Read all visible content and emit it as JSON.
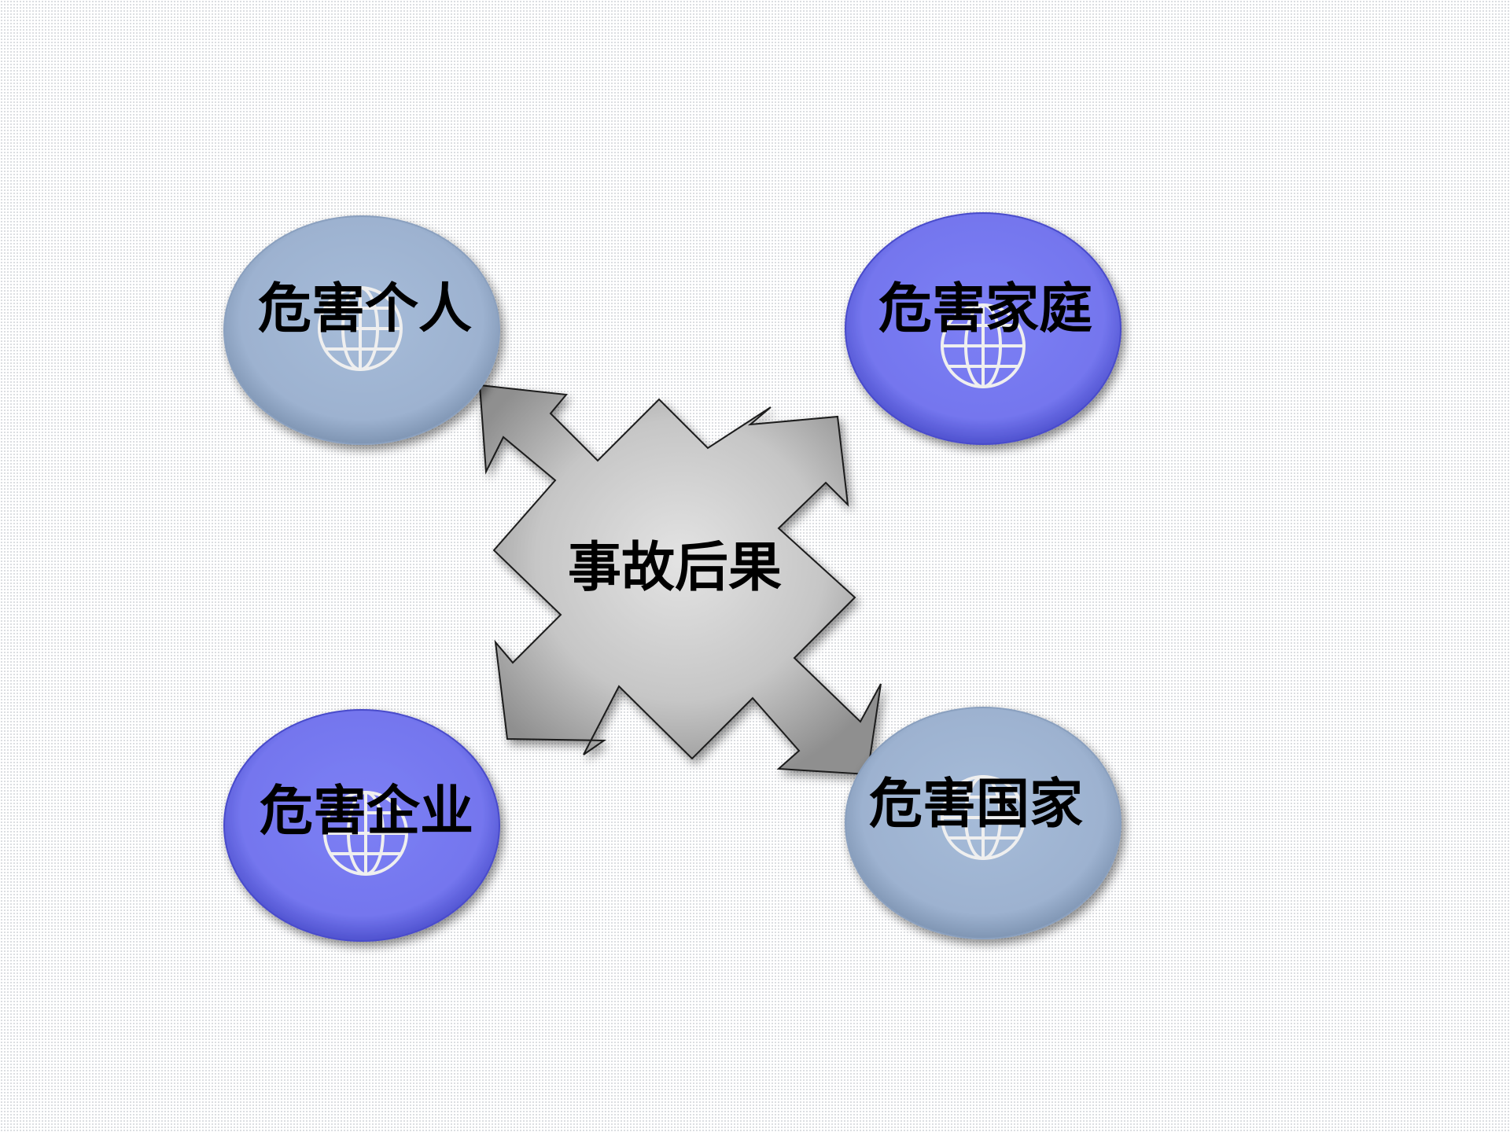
{
  "center": {
    "label": "事故后果"
  },
  "nodes": [
    {
      "label": "危害个人",
      "color": "#9fb4d2",
      "icon": "globe-icon"
    },
    {
      "label": "危害家庭",
      "color": "#7779f0",
      "icon": "globe-icon"
    },
    {
      "label": "危害企业",
      "color": "#7779f0",
      "icon": "globe-icon"
    },
    {
      "label": "危害国家",
      "color": "#9fb4d2",
      "icon": "globe-icon"
    }
  ],
  "colors": {
    "arrow_fill": "#cfcfcf",
    "arrow_edge": "#8c8c8c",
    "globe_stroke": "#e8e8e8"
  }
}
